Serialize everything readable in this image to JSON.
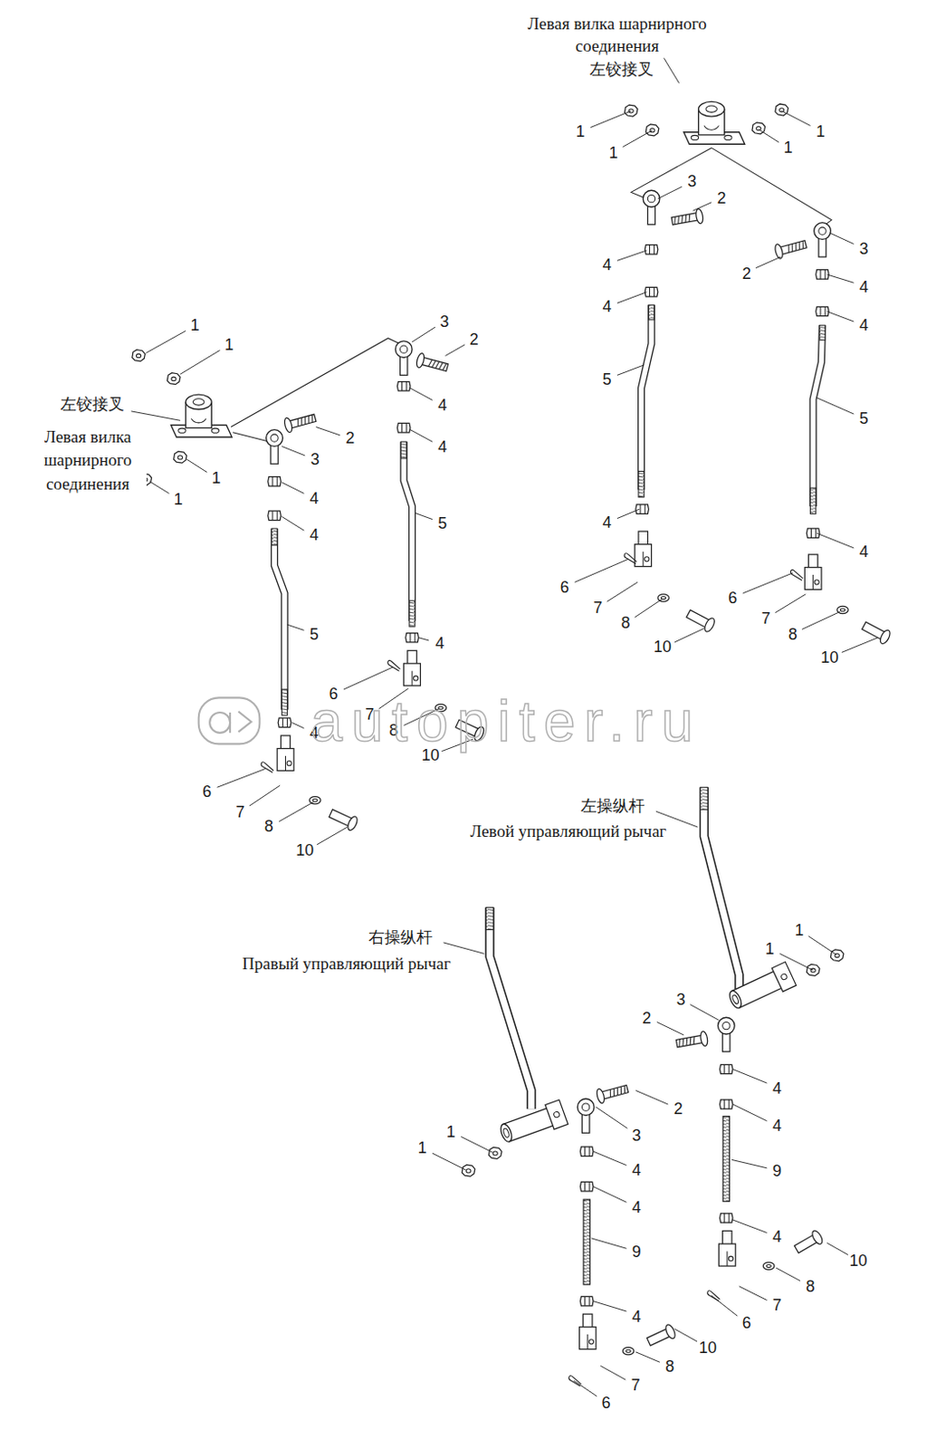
{
  "diagram": {
    "labels": [
      "Левая вилка шарнирного соединения",
      "左铰接叉",
      "1",
      "1",
      "1",
      "1",
      "3",
      "2",
      "3",
      "2",
      "4",
      "4",
      "4",
      "4",
      "5",
      "5",
      "4",
      "4",
      "6",
      "6",
      "7",
      "7",
      "8",
      "8",
      "10",
      "10",
      "1",
      "1",
      "3",
      "2",
      "左铰接叉",
      "4",
      "2",
      "Левая вилка шарнирного соединения",
      "3",
      "4",
      "1",
      "1",
      "4",
      "5",
      "4",
      "5",
      "4",
      "6",
      "7",
      "8",
      "10",
      "4",
      "6",
      "7",
      "8",
      "10",
      "autopiter.ru",
      "左操纵杆",
      "Левой управляющий рычаг",
      "1",
      "右操纵杆",
      "1",
      "Правый управляющий рычаг",
      "3",
      "2",
      "4",
      "2",
      "4",
      "1",
      "3",
      "1",
      "4",
      "9",
      "4",
      "4",
      "9",
      "10",
      "8",
      "7",
      "4",
      "6",
      "10",
      "8",
      "7",
      "6"
    ]
  }
}
